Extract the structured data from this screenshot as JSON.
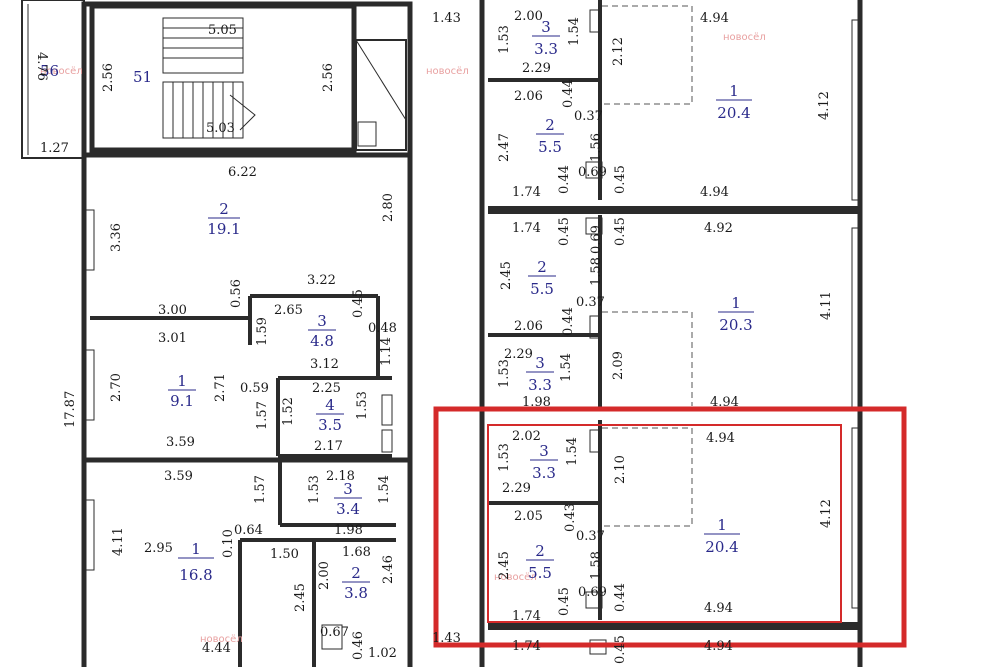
{
  "watermark": {
    "brand": "новосёл",
    "color": "#e8a0a0"
  },
  "colors": {
    "highlight": "#d42a2a",
    "room_text": "#2a2a8a",
    "walls": "#2b2b2b"
  },
  "rooms": [
    {
      "id": "r56",
      "number": "56",
      "area": ""
    },
    {
      "id": "r51",
      "number": "51",
      "area": ""
    },
    {
      "id": "r19",
      "number": "2",
      "area": "19.1"
    },
    {
      "id": "r48",
      "number": "3",
      "area": "4.8"
    },
    {
      "id": "r91",
      "number": "1",
      "area": "9.1"
    },
    {
      "id": "r35",
      "number": "4",
      "area": "3.5"
    },
    {
      "id": "r34",
      "number": "3",
      "area": "3.4"
    },
    {
      "id": "r168",
      "number": "1",
      "area": "16.8"
    },
    {
      "id": "r38",
      "number": "2",
      "area": "3.8"
    },
    {
      "id": "rt33",
      "number": "3",
      "area": "3.3"
    },
    {
      "id": "rt55",
      "number": "2",
      "area": "5.5"
    },
    {
      "id": "rt204",
      "number": "1",
      "area": "20.4"
    },
    {
      "id": "rm55",
      "number": "2",
      "area": "5.5"
    },
    {
      "id": "rm203",
      "number": "1",
      "area": "20.3"
    },
    {
      "id": "rm33",
      "number": "3",
      "area": "3.3"
    },
    {
      "id": "rh33",
      "number": "3",
      "area": "3.3"
    },
    {
      "id": "rh204",
      "number": "1",
      "area": "20.4"
    },
    {
      "id": "rh55",
      "number": "2",
      "area": "5.5"
    }
  ],
  "dims": [
    "4.76",
    "2.56",
    "1.27",
    "5.05",
    "5.03",
    "2.56",
    "1.43",
    "6.22",
    "3.36",
    "2.80",
    "3.22",
    "3.00",
    "0.56",
    "2.65",
    "0.45",
    "0.48",
    "1.59",
    "1.14",
    "3.01",
    "2.70",
    "2.71",
    "0.59",
    "3.12",
    "2.25",
    "1.52",
    "1.53",
    "1.57",
    "3.59",
    "2.17",
    "17.87",
    "3.59",
    "1.57",
    "2.18",
    "1.53",
    "1.54",
    "4.11",
    "2.95",
    "0.64",
    "0.10",
    "1.98",
    "1.50",
    "1.68",
    "2.45",
    "2.00",
    "2.46",
    "4.44",
    "0.67",
    "0.46",
    "1.02",
    "1.43",
    "2.00",
    "1.53",
    "1.54",
    "2.29",
    "2.12",
    "4.94",
    "4.12",
    "2.06",
    "0.44",
    "0.37",
    "2.47",
    "1.56",
    "1.74",
    "0.44",
    "0.69",
    "0.45",
    "4.94",
    "1.74",
    "0.45",
    "0.45",
    "0.69",
    "4.92",
    "2.45",
    "1.58",
    "0.37",
    "4.11",
    "2.06",
    "0.44",
    "2.29",
    "1.53",
    "1.54",
    "2.09",
    "1.98",
    "4.94",
    "2.02",
    "4.94",
    "1.53",
    "1.54",
    "2.10",
    "2.29",
    "4.12",
    "2.05",
    "0.43",
    "0.37",
    "2.45",
    "1.58",
    "0.69",
    "1.74",
    "0.45",
    "0.44",
    "4.94",
    "1.74",
    "4.94",
    "0.45"
  ]
}
